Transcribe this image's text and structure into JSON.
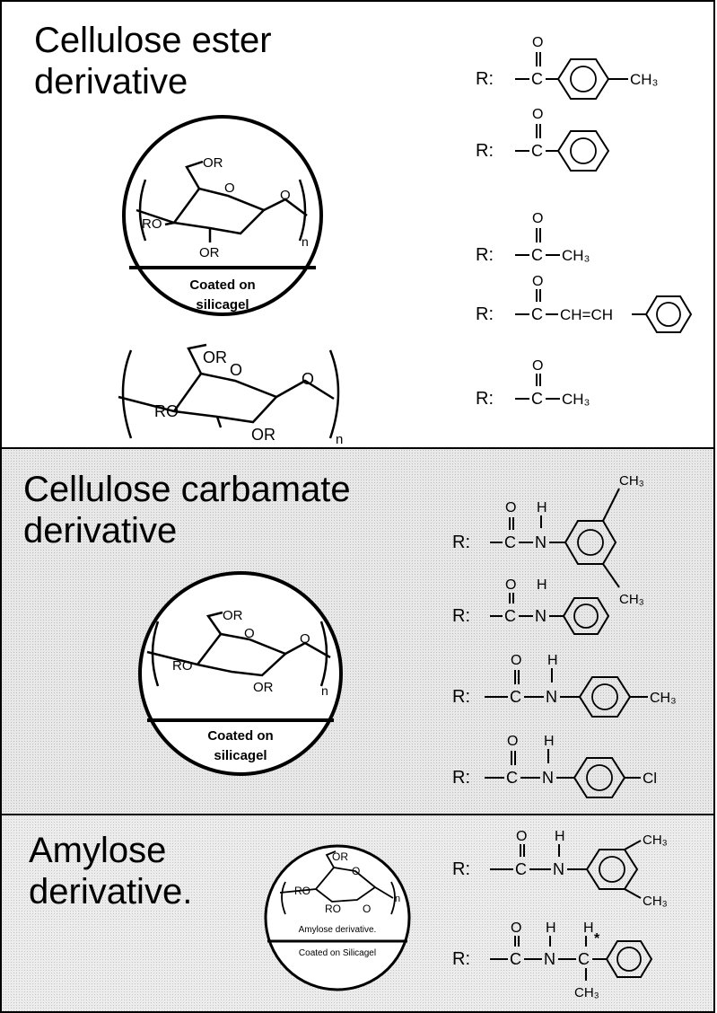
{
  "sections": [
    {
      "title_line1": "Cellulose ester",
      "title_line2": "derivative",
      "coated_line1": "Coated on",
      "coated_line2": "silicagel"
    },
    {
      "title_line1": "Cellulose carbamate",
      "title_line2": "derivative",
      "coated_line1": "Coated on",
      "coated_line2": "silicagel"
    },
    {
      "title_line1": "Amylose",
      "title_line2": "derivative.",
      "circle_label1": "Amylose derivative.",
      "circle_label2": "Coated on Silicagel"
    }
  ],
  "labels": {
    "R": "R:",
    "O": "O",
    "C": "C",
    "N": "N",
    "H": "H",
    "OR": "OR",
    "RO": "RO",
    "n": "n",
    "CH3": "CH₃",
    "Cl": "Cl",
    "chiral_H": "H",
    "star": "*",
    "vinyl": "CH=CH"
  },
  "colors": {
    "ink": "#000000",
    "panel1_bg": "#ffffff",
    "panel2_bg": "#e8e8e8",
    "panel3_bg": "#ececec"
  }
}
